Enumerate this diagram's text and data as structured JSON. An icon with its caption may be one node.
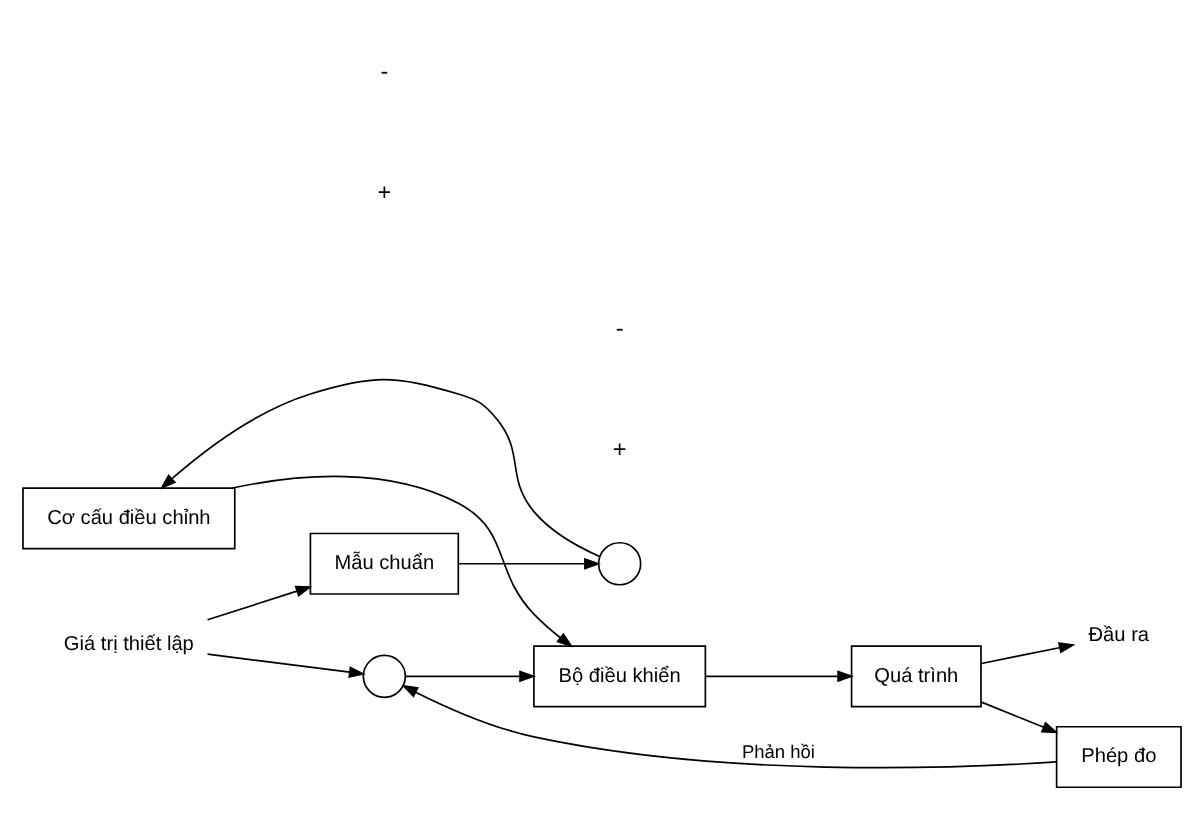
{
  "diagram": {
    "nodes": [
      {
        "text": [
          "Mẫu chuẩn"
        ]
      },
      {
        "text": [],
        "shape": "circle"
      },
      {
        "text": [
          "Cơ cấu điều chỉnh"
        ]
      },
      {
        "text": [
          "Giá trị thiết lập"
        ]
      },
      {
        "text": [],
        "shape": "circle"
      },
      {
        "text": [
          "Bộ điều khiển"
        ]
      },
      {
        "text": [
          "Quá trình"
        ]
      },
      {
        "text": [
          "Đầu ra"
        ]
      },
      {
        "text": [
          "Phép đo"
        ]
      }
    ],
    "edges": [
      {
        "from": 3,
        "to": 0,
        "arrow": "to"
      },
      {
        "from": 0,
        "to": 1,
        "arrow": "to"
      },
      {
        "from": 1,
        "to": 2,
        "arrow": "to"
      },
      {
        "from": 2,
        "to": 5,
        "arrow": "to"
      },
      {
        "from": 3,
        "to": 4,
        "arrow": "to"
      },
      {
        "from": 4,
        "to": 5,
        "arrow": "to"
      },
      {
        "from": 5,
        "to": 6,
        "arrow": "to"
      },
      {
        "from": 6,
        "to": 7,
        "arrow": "to"
      },
      {
        "from": 6,
        "to": 8,
        "arrow": "to"
      },
      {
        "from": 8,
        "to": 4,
        "arrow": "to",
        "label": "Phản hồi"
      }
    ],
    "labels": [
      "+",
      "-",
      "+",
      "-"
    ]
  }
}
